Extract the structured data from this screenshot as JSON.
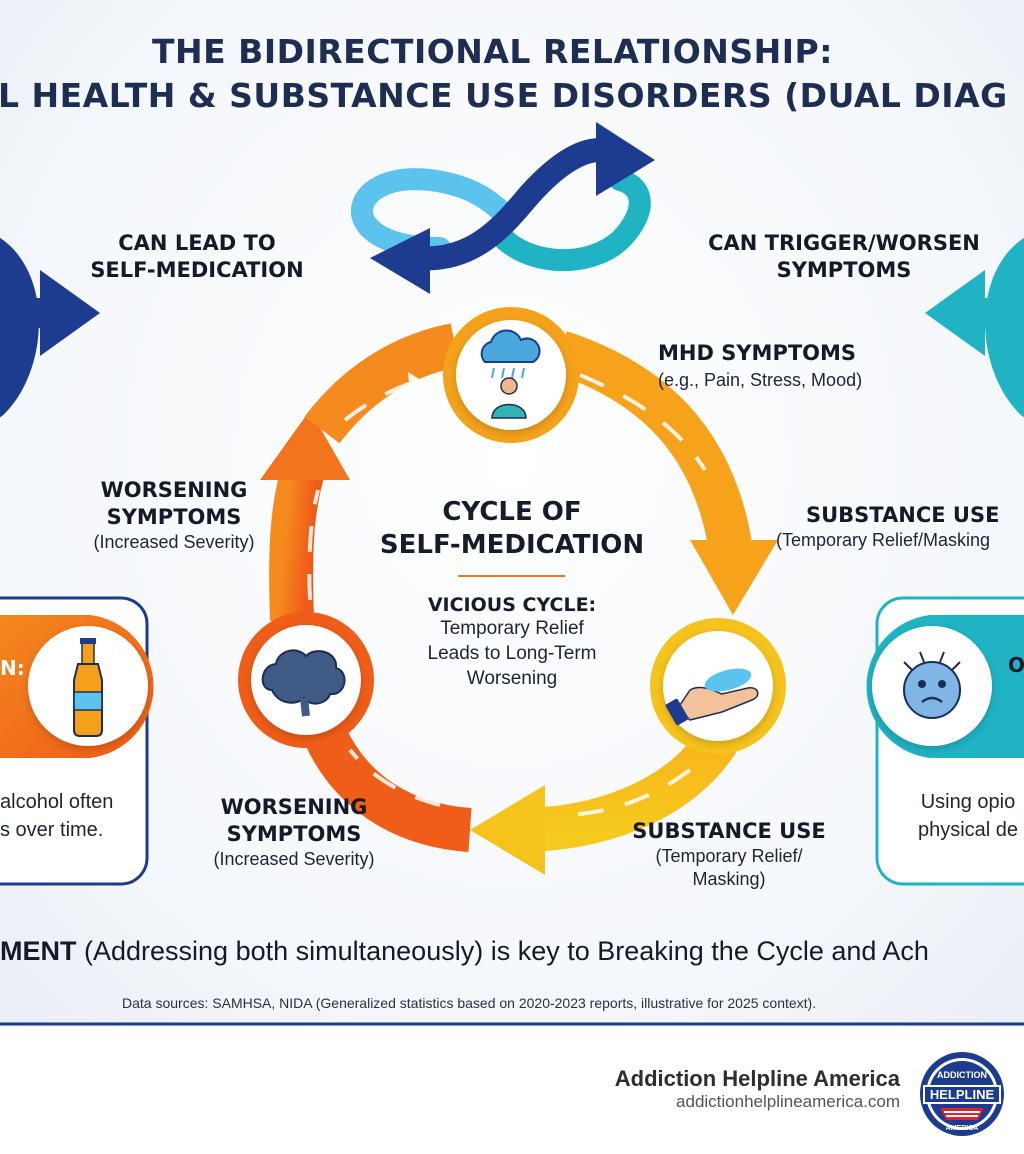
{
  "title": {
    "line1": "THE BIDIRECTIONAL RELATIONSHIP:",
    "line2": "L HEALTH & SUBSTANCE USE DISORDERS (DUAL DIAG"
  },
  "left_top_label": {
    "line1": "CAN LEAD TO",
    "line2": "SELF-MEDICATION"
  },
  "right_top_label": {
    "line1": "CAN TRIGGER/WORSEN",
    "line2": "SYMPTOMS"
  },
  "cycle": {
    "mhd": {
      "title": "MHD SYMPTOMS",
      "sub": "(e.g., Pain, Stress, Mood)"
    },
    "substance_right": {
      "title": "SUBSTANCE USE",
      "sub": "(Temporary Relief/Masking"
    },
    "substance_bottom": {
      "title": "SUBSTANCE USE",
      "sub_line1": "(Temporary Relief/",
      "sub_line2": "Masking)"
    },
    "worsening_bottom": {
      "line1": "WORSENING",
      "line2": "SYMPTOMS",
      "sub": "(Increased Severity)"
    },
    "worsening_left": {
      "line1": "WORSENING",
      "line2": "SYMPTOMS",
      "sub": "(Increased Severity)"
    },
    "center": {
      "title_line1": "CYCLE OF",
      "title_line2": "SELF-MEDICATION",
      "vicious_title": "VICIOUS CYCLE:",
      "text_line1": "Temporary Relief",
      "text_line2": "Leads to Long-Term",
      "text_line3": "Worsening"
    }
  },
  "left_card": {
    "label": "N:",
    "text_line1": "alcohol often",
    "text_line2": "s over time."
  },
  "right_card": {
    "label": "O",
    "text_line1": "Using opio",
    "text_line2": "physical de"
  },
  "bottom_statement": {
    "bold": "MENT",
    "rest": " (Addressing both simultaneously) is key to Breaking the Cycle and Ach"
  },
  "sources": "Data sources: SAMHSA, NIDA (Generalized statistics based on 2020-2023 reports, illustrative for 2025 context).",
  "footer": {
    "brand": "Addiction Helpline America",
    "url": "addictionhelplineamerica.com",
    "logo_top": "ADDICTION",
    "logo_middle": "HELPLINE",
    "logo_bottom": "AMERICA"
  },
  "colors": {
    "navy": "#1d3c8f",
    "teal": "#1fb3c4",
    "light_blue": "#56c2ee",
    "orange": "#f26a1b",
    "amber": "#f7a21b",
    "yellow": "#f6c21c",
    "title": "#1d2e52"
  },
  "icons": {
    "mhd": "rain-cloud-person-icon",
    "substance": "hand-pills-icon",
    "worsening": "brain-cloud-icon",
    "left_card": "beer-bottle-icon",
    "right_card": "anxious-face-icon",
    "top": "infinity-arrows-icon"
  }
}
